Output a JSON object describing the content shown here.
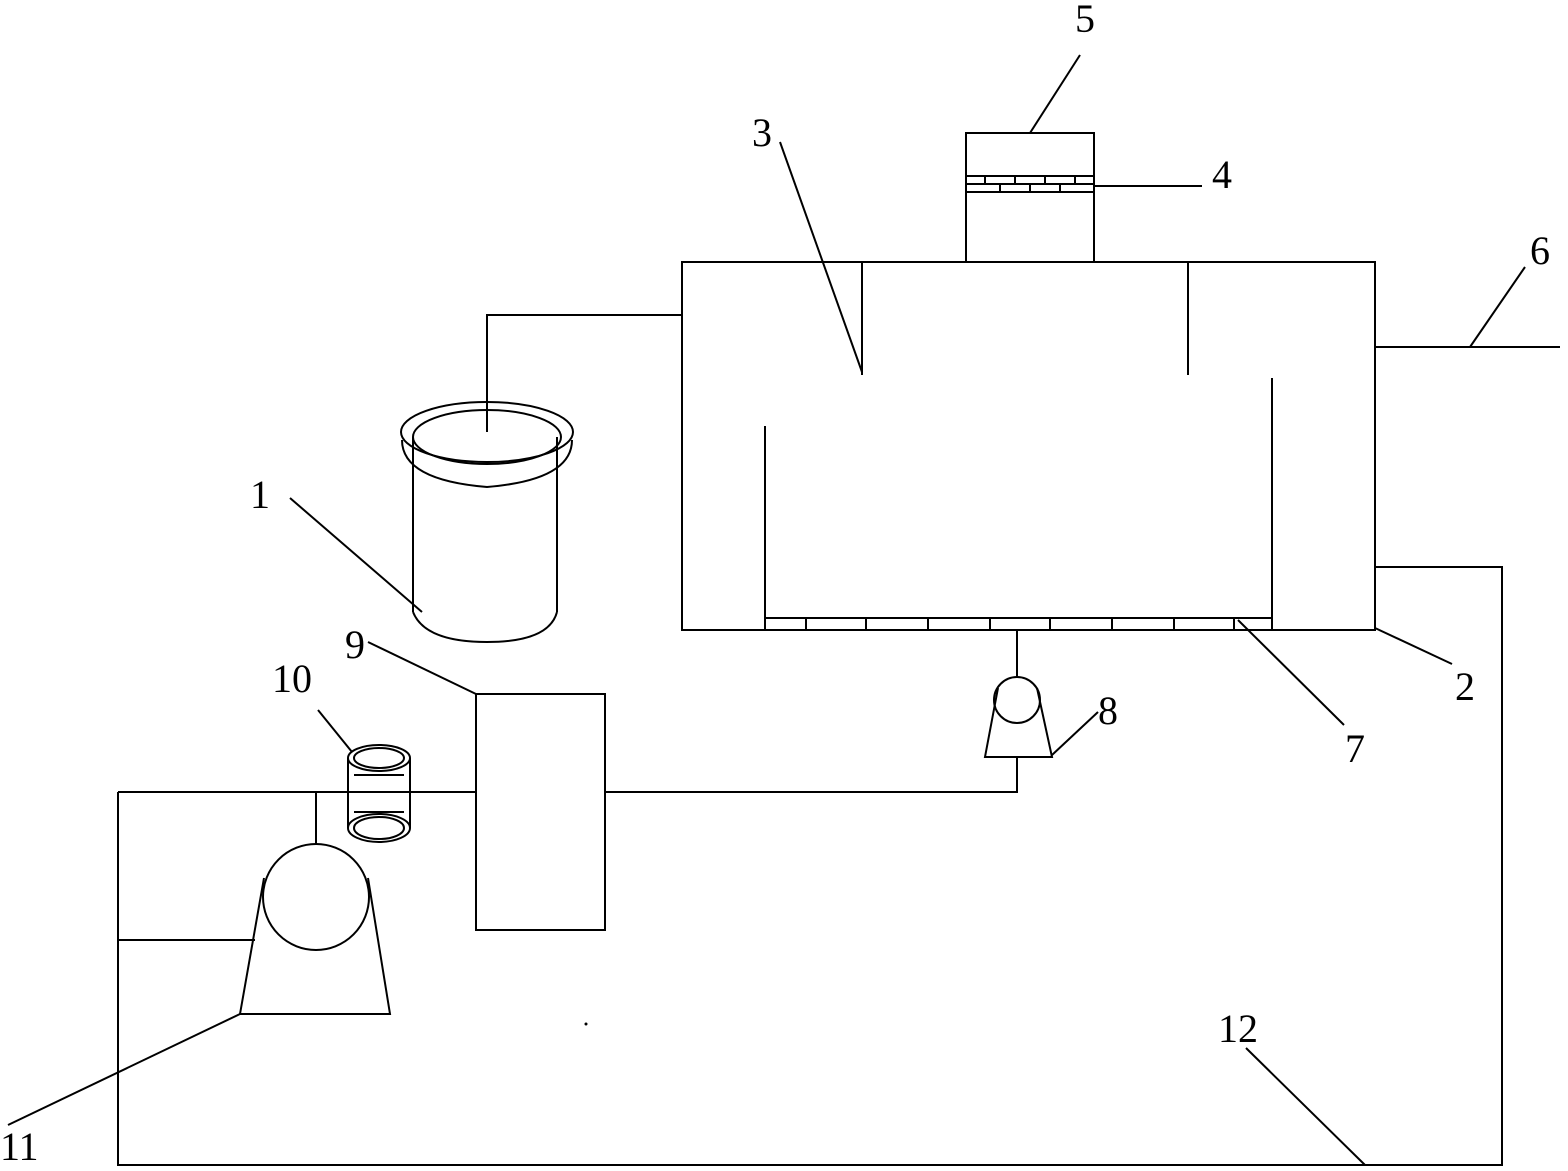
{
  "diagram": {
    "line_color": "#000000",
    "background": "#ffffff",
    "labels": {
      "l1": "1",
      "l2": "2",
      "l3": "3",
      "l4": "4",
      "l5": "5",
      "l6": "6",
      "l7": "7",
      "l8": "8",
      "l9": "9",
      "l10": "10",
      "l11": "11",
      "l12": "12"
    }
  }
}
